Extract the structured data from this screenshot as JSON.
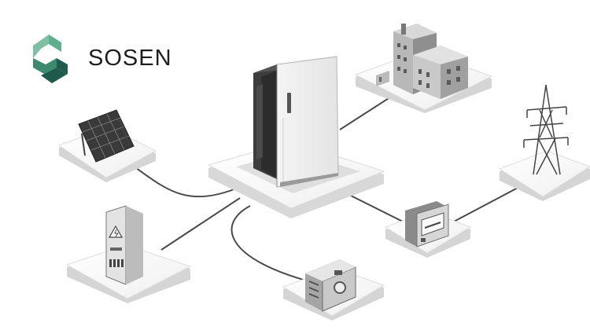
{
  "brand": {
    "name": "SOSEN",
    "logo_colors": {
      "light": "#5fae8d",
      "dark": "#1e5b4c"
    }
  },
  "diagram": {
    "center_node": "energy-storage-cabinet",
    "peripheral_nodes": [
      "solar-panel",
      "commercial-buildings",
      "power-transmission-tower",
      "electric-meter",
      "generator",
      "power-distribution-cabinet"
    ]
  }
}
